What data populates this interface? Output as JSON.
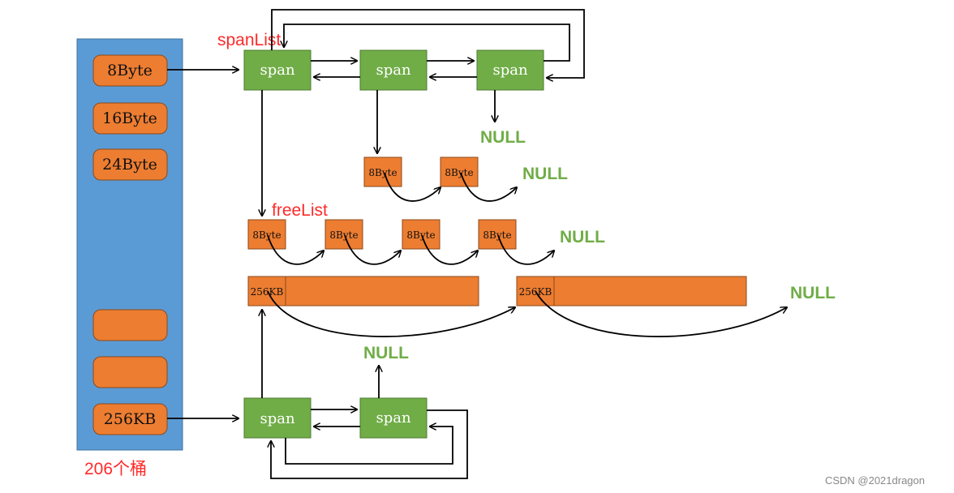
{
  "colors": {
    "bucket_bg": "#5b9bd5",
    "bucket_border": "#41719c",
    "orange": "#ed7d31",
    "orange_border": "#8a4a1c",
    "green": "#70ad47",
    "green_border": "#4e7a31",
    "null_text": "#70ad47",
    "label_red": "#ff2a2a",
    "arrow": "#000000",
    "watermark": "#888888"
  },
  "labels": {
    "span_list": "spanList",
    "free_list": "freeList",
    "bucket_count": "206个桶",
    "watermark": "CSDN @2021dragon"
  },
  "buckets": [
    "8Byte",
    "16Byte",
    "24Byte",
    "",
    "",
    "256KB"
  ],
  "span_label": "span",
  "null_label": "NULL",
  "chunk_8": "8Byte",
  "chunk_256": "256KB"
}
